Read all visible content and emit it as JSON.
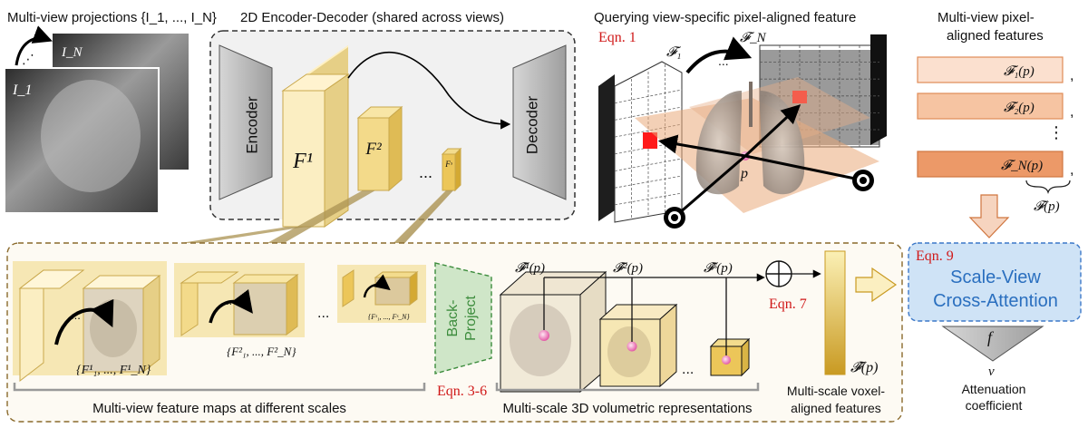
{
  "colors": {
    "accent_red": "#d01818",
    "feature_orange": "#f0a77c",
    "crossattn_fill": "#cfe3f6",
    "crossattn_border": "#3c78c8",
    "crossattn_text": "#2a6fbf",
    "back_project_fill": "#cfe6c8",
    "back_project_text": "#3c8c3c",
    "feature_yellow": "#f6e7b4",
    "feature_dark_yellow": "#e7c35d"
  },
  "labels": {
    "multiview_title": "Multi-view projections {I_1, ..., I_N}",
    "xray_label_n": "I_N",
    "xray_label_1": "I_1",
    "encdec_title": "2D Encoder-Decoder (shared across views)",
    "encoder": "Encoder",
    "decoder": "Decoder",
    "f1": "F¹",
    "f2": "F²",
    "fs": "Fˢ",
    "ellipsis": "...",
    "query_title": "Querying view-specific pixel-aligned feature",
    "eqn1": "Eqn. 1",
    "cal_f1": "𝓕₁",
    "cal_fn": "𝓕_N",
    "point_p": "p",
    "pixel_features_title_1": "Multi-view pixel-",
    "pixel_features_title_2": "aligned features",
    "feat_1": "𝓕₁(p)",
    "feat_2": "𝓕₂(p)",
    "feat_n": "𝓕_N(p)",
    "feat_group": "𝓕(p)",
    "comma": ",",
    "vdots": "⋮",
    "eqn9": "Eqn. 9",
    "crossattn_1": "Scale-View",
    "crossattn_2": "Cross-Attention",
    "f_symbol": "f",
    "v_symbol": "v",
    "attenuation_1": "Attenuation",
    "attenuation_2": "coefficient",
    "set1": "{F¹₁, ..., F¹_N}",
    "set2": "{F²₁, ..., F²_N}",
    "setS": "{Fˢ₁, ..., Fˢ_N}",
    "back_project_1": "Back-",
    "back_project_2": "Project",
    "eqn36": "Eqn. 3-6",
    "vol1": "𝓕̂¹(p)",
    "vol2": "𝓕̂²(p)",
    "volS": "𝓕̂ˢ(p)",
    "eqn7": "Eqn. 7",
    "voxel_feat": "𝓕̂(p)",
    "caption_maps": "Multi-view feature maps at different scales",
    "caption_vol": "Multi-scale 3D volumetric representations",
    "caption_voxel_1": "Multi-scale voxel-",
    "caption_voxel_2": "aligned features"
  }
}
